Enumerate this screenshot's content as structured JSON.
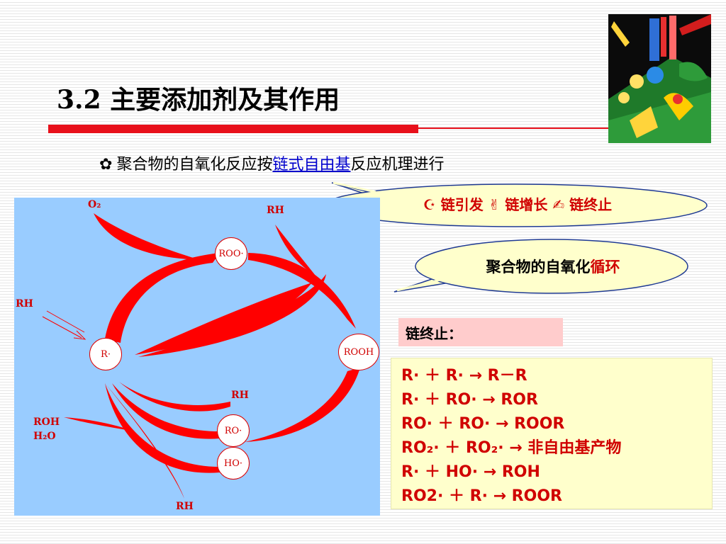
{
  "title": "3.2  主要添加剂及其作用",
  "subtitle": {
    "bullet": "✿",
    "before": "聚合物的自氧化反应按",
    "link": "链式自由基",
    "after": "反应机理进行"
  },
  "callout1": {
    "text": "☪ 链引发 ✌ 链增长 ✍ 链终止"
  },
  "callout2": {
    "text_black": "聚合物的自氧化",
    "text_red": "循环"
  },
  "diagram": {
    "nodes": {
      "roo": "ROO·",
      "r": "R·",
      "rooh": "ROOH",
      "ro": "RO·",
      "ho": "HO·"
    },
    "labels": {
      "o2": "O₂",
      "rh_top": "RH",
      "rh_left": "RH",
      "rh_mid": "RH",
      "roh": "ROH",
      "h2o": "H₂O",
      "rh_bottom": "RH"
    }
  },
  "termination": {
    "label": "链终止："
  },
  "equations": [
    "R· ＋ R· → R－R",
    "R· ＋ RO· → ROR",
    "RO·  ＋ RO· → ROOR",
    "RO₂·  ＋ RO₂· → 非自由基产物",
    "R·  ＋ HO· → ROH",
    "RO2·  ＋ R· → ROOR"
  ],
  "colors": {
    "accent_red": "#e8101b",
    "diagram_bg": "#99ccff",
    "callout_bg": "#ffffcc",
    "term_bg": "#ffcccc"
  }
}
